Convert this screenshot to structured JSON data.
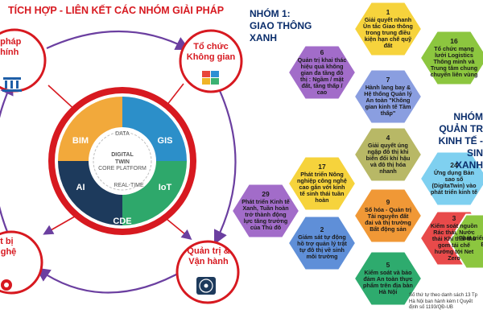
{
  "title": "TÍCH HỢP - LIÊN KẾT CÁC NHÓM GIẢI PHÁP",
  "nodes": {
    "top_left": "i pháp\nchính",
    "top_right": "Tổ chức\nKhông gian",
    "bottom_left": "ết bị\nnghệ",
    "bottom_right": "Quản trị &\nVận hành"
  },
  "platform": {
    "segments": [
      "BIM",
      "GIS",
      "AI",
      "IoT"
    ],
    "arc_labels": [
      "DATA",
      "REAL-TIME"
    ],
    "center_lines": [
      "DIGITAL",
      "TWIN",
      "CORE PLATFORM"
    ],
    "cde": "CDE"
  },
  "group1": {
    "heading": "NHÓM 1:\nGIAO THÔNG XANH"
  },
  "group2": {
    "heading": "NHÓM\nQUẢN TR\nKINH TẾ - SIN\nXANH"
  },
  "hexes": [
    {
      "num": "1",
      "text": "Giải quyết nhanh Ùn tắc Giao thông trong trung điều kiện hạn chế quỹ đất",
      "color": "#f6d33c"
    },
    {
      "num": "16",
      "text": "Tổ chức mạng lưới Logistics Thông minh và Trung tâm chung chuyển liên vùng",
      "color": "#8cc63f"
    },
    {
      "num": "6",
      "text": "Quản trị khai thác hiệu quả không gian đa tầng đô thị : Ngầm / mặt đất, tầng thấp / cao",
      "color": "#a26cc9"
    },
    {
      "num": "7",
      "text": "Hành lang bay & Hệ thống Quản lý An toàn \"Không gian kinh tế Tầm thấp\"",
      "color": "#8a9ee0"
    },
    {
      "num": "4",
      "text": "Giải quyết úng ngập đô thị khi biến đổi khí hậu và đô thị hóa nhanh",
      "color": "#b8b866"
    },
    {
      "num": "17",
      "text": "Phát triển Nông nghiệp công nghệ cao gắn với kinh tế sinh thái tuần hoàn",
      "color": "#f6d33c"
    },
    {
      "num": "24",
      "text": "Ứng dụng Bản sao số (DigitaTwin) vào phát triển kinh tế",
      "color": "#7fd0f0"
    },
    {
      "num": "29",
      "text": "Phát triển Kinh tế Xanh, Tuần hoàn trở thành động lực tăng trưởng của Thủ đô",
      "color": "#a26cc9"
    },
    {
      "num": "9",
      "text": "Số hóa - Quản trị Tài nguyên đất đai và thị trường Bất động sản",
      "color": "#f09836"
    },
    {
      "num": "2",
      "text": "Giám sát tự động hồ trợ quản lý trật tự đô thị về sinh môi trường",
      "color": "#5f8fd8"
    },
    {
      "num": "3",
      "text": "Kiểm soát nguồn Rác thải, Nước thải Khí thải thu gom tái chế hướng tới Net Zero",
      "color": "#e84a4a"
    },
    {
      "num": "5",
      "text": "Kiểm soát và bảo đảm An toàn thực phẩm trên địa bàn Hà Nội",
      "color": "#2eab6e"
    },
    {
      "num": "",
      "text": "Phát triển Đô Thu B",
      "color": "#8cc63f"
    }
  ],
  "footnote": "Số thứ tự theo danh sách 13 Tp Hà Nội ban hành kèm t Quyết định số 1193/QĐ-UB"
}
